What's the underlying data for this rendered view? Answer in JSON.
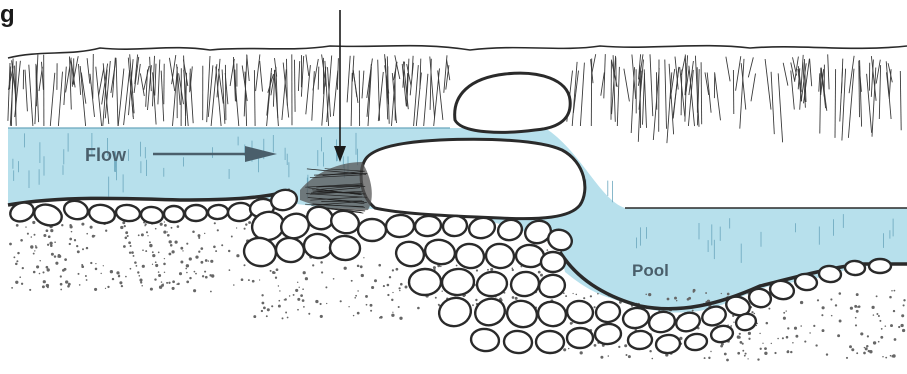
{
  "diagram": {
    "top_label": "g",
    "flow_label": "Flow",
    "pool_label": "Pool",
    "colors": {
      "water": "#b7e0ec",
      "water_edge": "#7fbcd0",
      "outline": "#2a2a2a",
      "gravel_dot": "#666666",
      "background": "#ffffff"
    },
    "icons": [
      "flow-arrow-icon",
      "pointer-arrow-icon"
    ]
  }
}
